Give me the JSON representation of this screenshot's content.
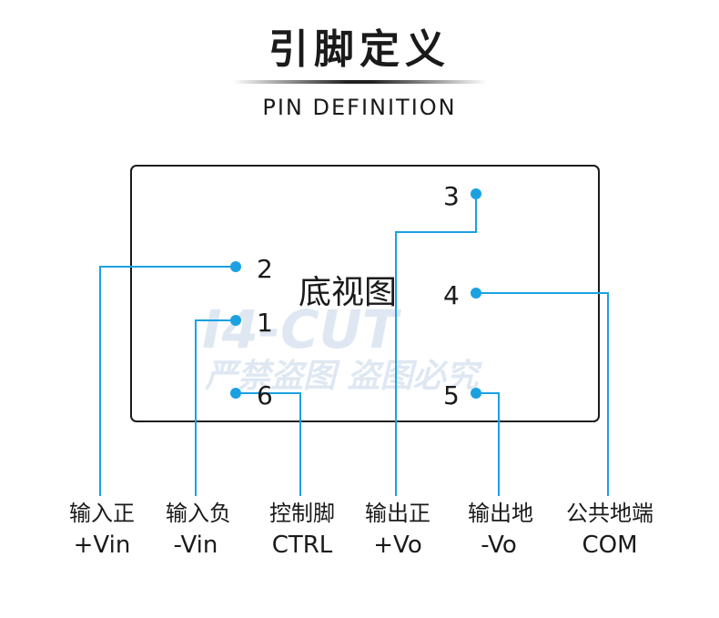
{
  "title_cn": "引脚定义",
  "title_en": "PIN DEFINITION",
  "view_label": "底视图",
  "watermark": {
    "line1": "I4-CUT",
    "line2": "严禁盗图 盗图必究"
  },
  "pins": [
    {
      "num": "1",
      "cn": "输入负",
      "en": "-Vin"
    },
    {
      "num": "2",
      "cn": "输入正",
      "en": "+Vin"
    },
    {
      "num": "3",
      "cn": "输出正",
      "en": "+Vo"
    },
    {
      "num": "4",
      "cn": "公共地端",
      "en": "COM"
    },
    {
      "num": "5",
      "cn": "输出地",
      "en": "-Vo"
    },
    {
      "num": "6",
      "cn": "控制脚",
      "en": "CTRL"
    }
  ],
  "colors": {
    "line": "#1ba1e2",
    "dot": "#1ba1e2",
    "box": "#1a1a1a"
  }
}
